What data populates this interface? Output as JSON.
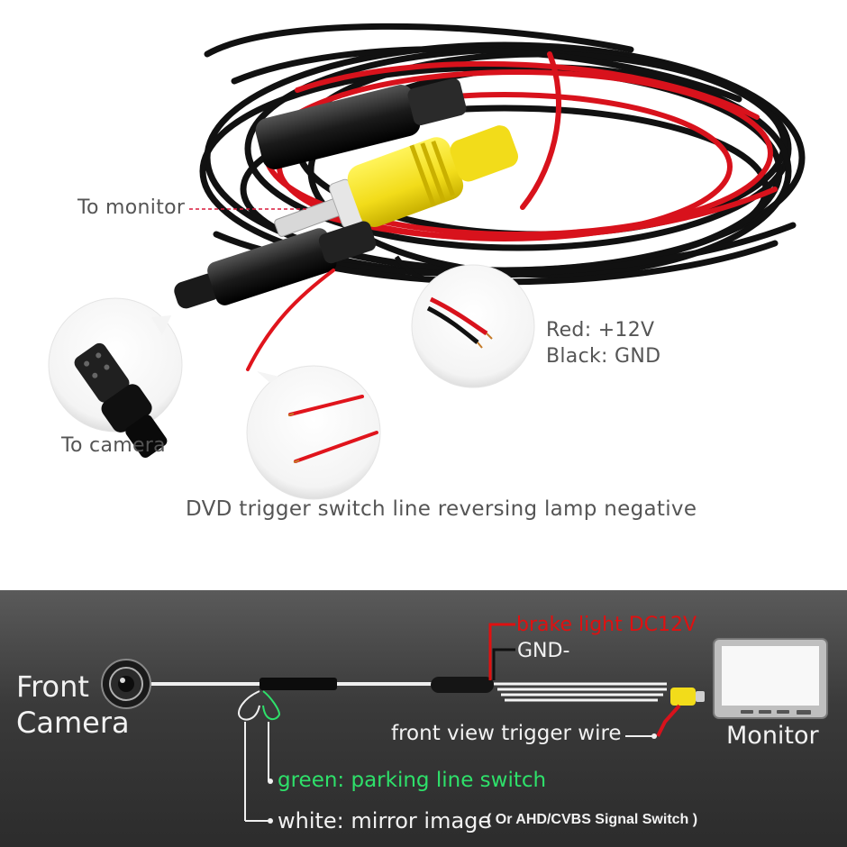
{
  "top_labels": {
    "to_monitor": "To monitor",
    "red_power": "Red: +12V",
    "black_gnd": "Black: GND",
    "to_camera": "To camera",
    "trigger_caption": "DVD trigger switch line reversing lamp negative"
  },
  "wiring_diagram": {
    "front_camera_line1": "Front",
    "front_camera_line2": "Camera",
    "brake_light": "brake light DC12V",
    "gnd": "GND-",
    "front_view_trigger": "front view trigger wire",
    "monitor": "Monitor",
    "green_wire": "green: parking line switch",
    "white_wire": "white: mirror image",
    "white_wire_note": "( Or AHD/CVBS Signal Switch )"
  },
  "colors": {
    "brake_red": "#e01010",
    "green_label": "#2ee06a",
    "rca_yellow": "#f2dc1a",
    "wire_red": "#d8121c",
    "dark_panel": "#353535"
  }
}
